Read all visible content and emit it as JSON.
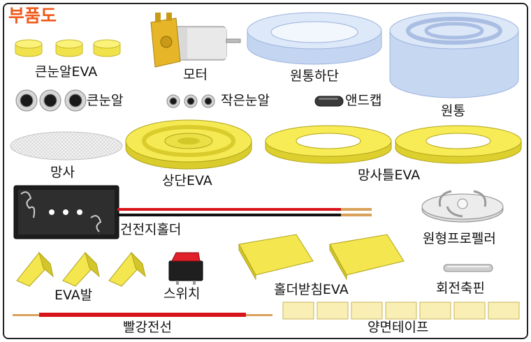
{
  "title": "부품도",
  "parts": {
    "big_eye_eva": "큰눈알EVA",
    "motor": "모터",
    "cylinder_bottom": "원통하단",
    "big_eye": "큰눈알",
    "small_eye": "작은눈알",
    "end_cap": "앤드캡",
    "cylinder": "원통",
    "mesh": "망사",
    "top_eva": "상단EVA",
    "mesh_frame_eva": "망사틀EVA",
    "battery_holder": "건전지홀더",
    "propeller": "원형프로펠러",
    "eva_foot": "EVA발",
    "switch": "스위치",
    "holder_stand_eva": "홀더받침EVA",
    "rotation_pin": "회전축핀",
    "red_wire": "빨강전선",
    "double_tape": "양면테이프"
  },
  "colors": {
    "title": "#f05a1a",
    "eva_yellow": "#f7ec5a",
    "cylinder_blue": "#c7d8f3",
    "wire_red": "#d8141a",
    "switch_red": "#e0202a"
  }
}
